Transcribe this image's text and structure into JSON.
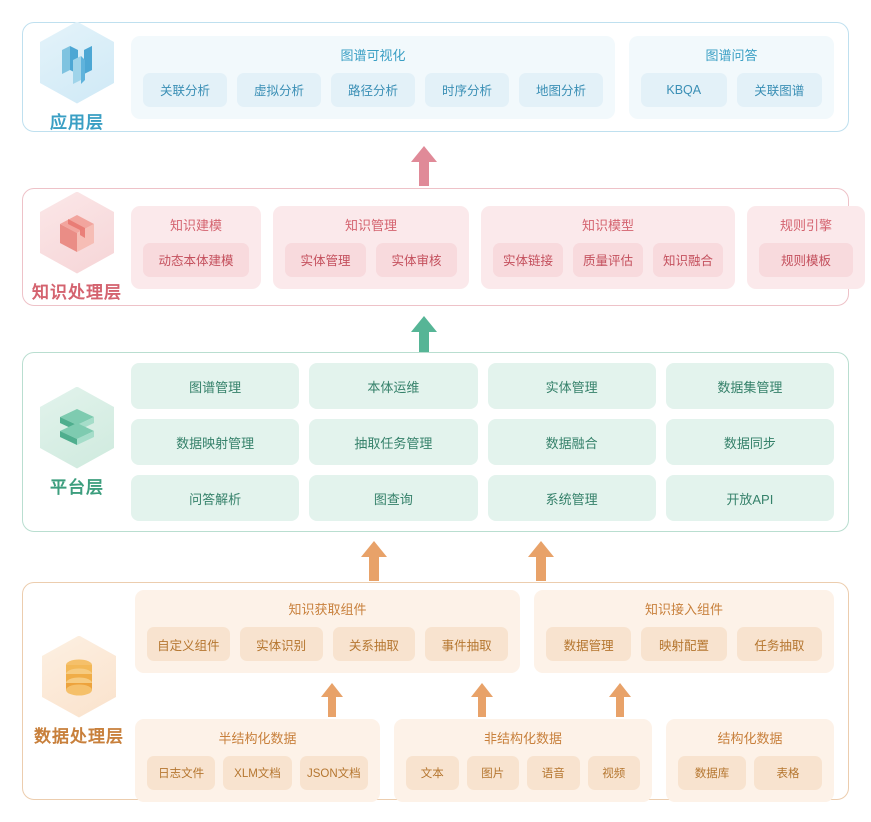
{
  "layers": [
    {
      "id": "application",
      "title": "应用层",
      "icon": "app-cube-icon",
      "color": "#3a9fc4",
      "groups": [
        {
          "title": "图谱可视化",
          "chips": [
            "关联分析",
            "虚拟分析",
            "路径分析",
            "时序分析",
            "地图分析"
          ]
        },
        {
          "title": "图谱问答",
          "chips": [
            "KBQA",
            "关联图谱"
          ]
        }
      ]
    },
    {
      "id": "knowledge",
      "title": "知识处理层",
      "icon": "knowledge-cube-icon",
      "color": "#d4636f",
      "groups": [
        {
          "title": "知识建模",
          "chips": [
            "动态本体建模"
          ]
        },
        {
          "title": "知识管理",
          "chips": [
            "实体管理",
            "实体审核"
          ]
        },
        {
          "title": "知识模型",
          "chips": [
            "实体链接",
            "质量评估",
            "知识融合"
          ]
        },
        {
          "title": "规则引擎",
          "chips": [
            "规则模板"
          ]
        }
      ]
    },
    {
      "id": "platform",
      "title": "平台层",
      "icon": "stacked-layers-icon",
      "color": "#3d9e7e",
      "cells": [
        "图谱管理",
        "本体运维",
        "实体管理",
        "数据集管理",
        "数据映射管理",
        "抽取任务管理",
        "数据融合",
        "数据同步",
        "问答解析",
        "图查询",
        "系统管理",
        "开放API"
      ]
    },
    {
      "id": "data",
      "title": "数据处理层",
      "icon": "database-icon",
      "color": "#c8803c",
      "component_groups": [
        {
          "title": "知识获取组件",
          "chips": [
            "自定义组件",
            "实体识别",
            "关系抽取",
            "事件抽取"
          ]
        },
        {
          "title": "知识接入组件",
          "chips": [
            "数据管理",
            "映射配置",
            "任务抽取"
          ]
        }
      ],
      "source_groups": [
        {
          "title": "半结构化数据",
          "chips": [
            "日志文件",
            "XLM文档",
            "JSON文档"
          ]
        },
        {
          "title": "非结构化数据",
          "chips": [
            "文本",
            "图片",
            "语音",
            "视频"
          ]
        },
        {
          "title": "结构化数据",
          "chips": [
            "数据库",
            "表格"
          ]
        }
      ]
    }
  ],
  "arrows": [
    {
      "name": "arrow-knowledge-to-application",
      "color": "#e08a98"
    },
    {
      "name": "arrow-platform-to-knowledge",
      "color": "#56b596"
    },
    {
      "name": "arrow-data-to-platform-left",
      "color": "#e8a269"
    },
    {
      "name": "arrow-data-to-platform-right",
      "color": "#e8a269"
    },
    {
      "name": "arrow-semistructured-to-acquisition",
      "color": "#e8a269"
    },
    {
      "name": "arrow-unstructured-to-acquisition",
      "color": "#e8a269"
    },
    {
      "name": "arrow-structured-to-access",
      "color": "#e8a269"
    }
  ]
}
